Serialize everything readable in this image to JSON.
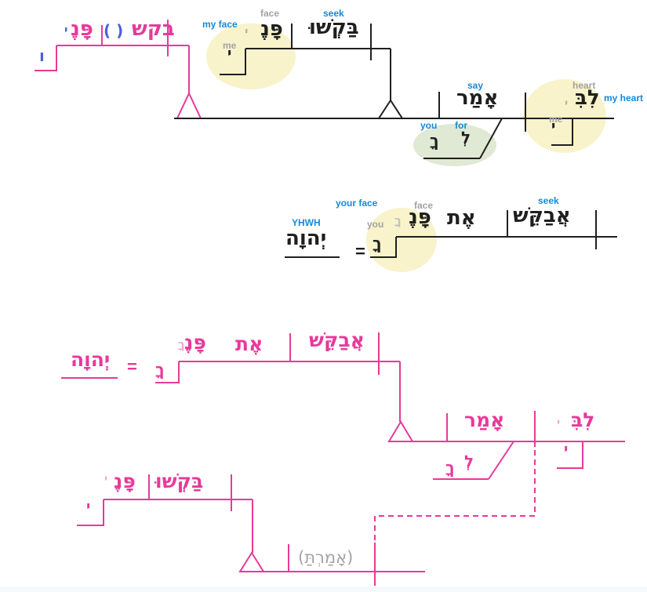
{
  "colors": {
    "pink": "#e7399b",
    "light_pink": "#f2a9d5",
    "blue_label": "#1789d8",
    "blue_hebrew": "#4a62d8",
    "gray_label": "#a3a3a3",
    "black": "#1f1f1f",
    "yellow_highlight": "#f8f3ca",
    "green_highlight": "#dfe9d3"
  },
  "top_diagram": {
    "subject_phrase": {
      "verb": "בקש",
      "ellipsis_parens": "( )",
      "noun_face": "פָּנֶ",
      "suffix_yod": "י",
      "conj_vav": "ו"
    },
    "quote_phrase": {
      "gloss_my_face": "my face",
      "gloss_face": "face",
      "gloss_seek": "seek",
      "suffix_yod_small": "י",
      "noun_face": "פָּנֶ",
      "verb_seek": "בַּקְשׁוּ",
      "gloss_me": "me",
      "suffix_yod": "י"
    },
    "main_clause": {
      "gloss_say": "say",
      "verb_say": "אָמַר",
      "gloss_you": "you",
      "gloss_for": "for",
      "pron_kaf": "ךָ",
      "prep_lamed": "לְ",
      "gloss_heart": "heart",
      "gloss_my_heart": "my heart",
      "noun_heart": "לִבִּ",
      "suffix_yod_small": "י",
      "gloss_me": "me",
      "suffix_yod": "י"
    }
  },
  "middle_diagram": {
    "gloss_yhwh": "YHWH",
    "subject": "יְהוָה",
    "equals": "=",
    "gloss_you": "you",
    "pron_kaf": "ךָ",
    "suffix_kaf_small": "ךָ",
    "gloss_your_face": "your face",
    "gloss_face": "face",
    "noun_face": "פָּנֶ",
    "object_marker": "אֶת",
    "gloss_seek": "seek",
    "verb_seek": "אֲבַקֵּשׁ"
  },
  "bottom_diagram": {
    "subject": "יְהוָה",
    "equals": "=",
    "pron_kaf": "ךָ",
    "suffix_kaf_small": "ךָ",
    "noun_face": "פָּנֶ",
    "object_marker": "אֶת",
    "verb_seek": "אֲבַקֵּשׁ",
    "verb_say": "אָמַר",
    "prep_lamed": "לְ",
    "pron_kaf2": "ךָ",
    "noun_heart": "לִבִּ",
    "suffix_yod_small": "י",
    "suffix_yod": "י",
    "verb_seek_pl": "בַּקְשׁוּ",
    "noun_face2": "פָּנֶ",
    "suffix_yod_small2": "י",
    "suffix_yod2": "י",
    "verb_said_elided": "(אָמַרְתַּ)"
  }
}
